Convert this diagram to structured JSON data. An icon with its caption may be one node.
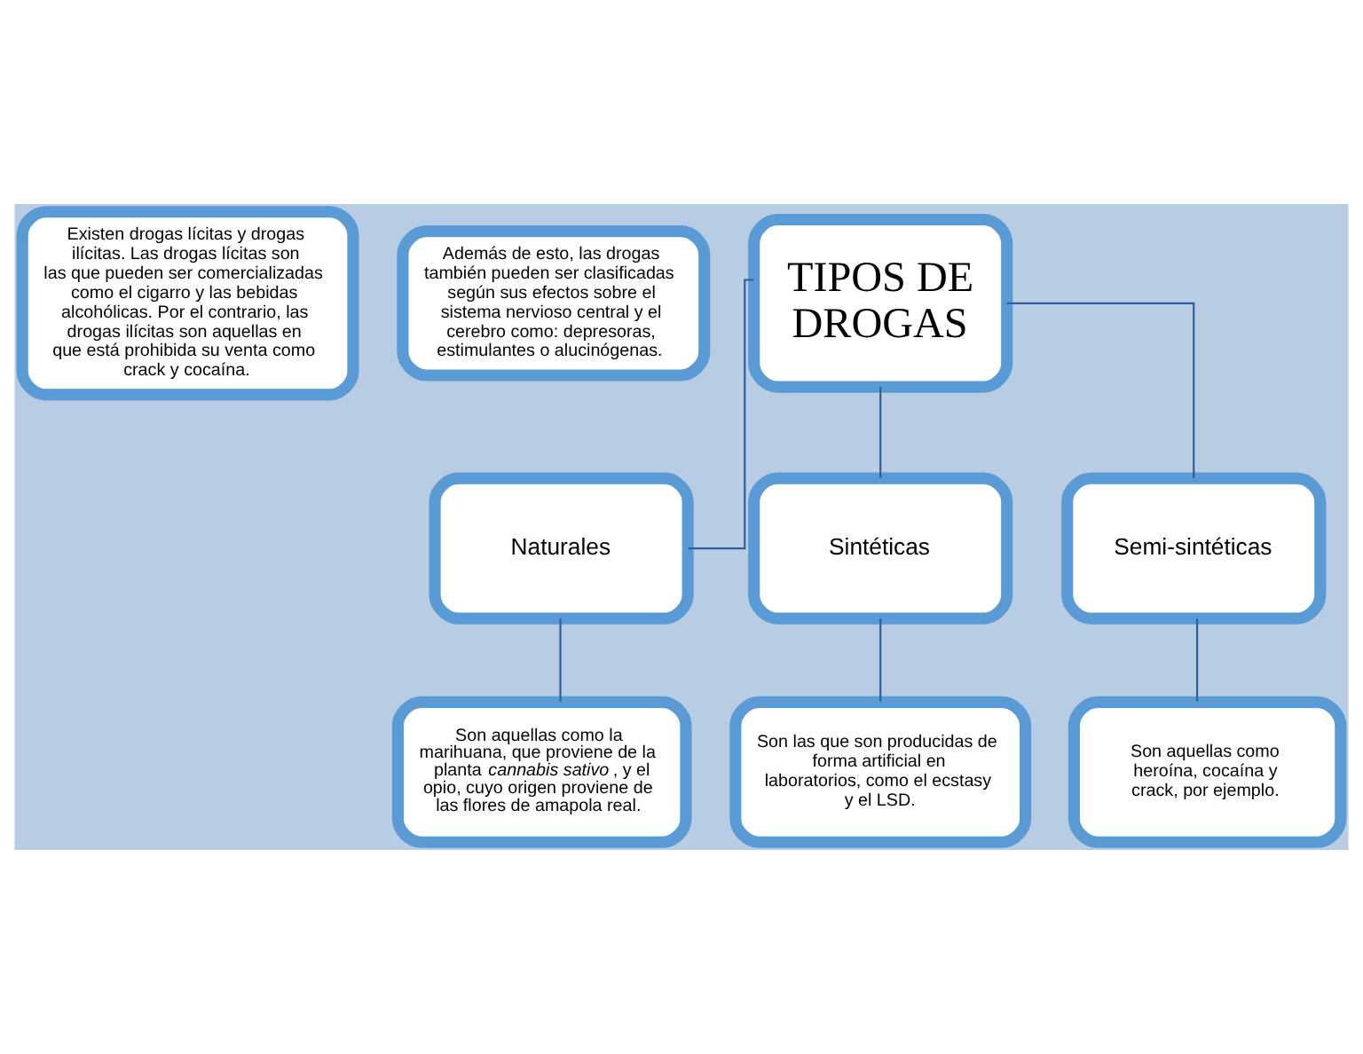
{
  "diagram": {
    "nodes": [
      {
        "text": [
          "TIPOS DE DROGAS"
        ]
      },
      {
        "text": [
          "Existen drogas lícitas y drogas ilícitas. Las drogas lícitas son las que pueden ser comercializadas como el cigarro y las bebidas alcohólicas. Por el contrario, las drogas ilícitas son aquellas en que está prohibida su venta como crack y cocaína."
        ]
      },
      {
        "text": [
          "Además de esto, las drogas también pueden ser clasificadas según sus efectos sobre el sistema nervioso central y el cerebro como: depresoras, estimulantes o alucinógenas."
        ]
      },
      {
        "text": [
          "Naturales"
        ]
      },
      {
        "text": [
          "Sintéticas"
        ]
      },
      {
        "text": [
          "Semi-sintéticas"
        ]
      },
      {
        "text": [
          "Son aquellas como la marihuana, que proviene de la planta *cannabis sativo*, y el opio, cuyo origen proviene de las flores de amapola real."
        ]
      },
      {
        "text": [
          "Son las que son producidas de forma artificial en laboratorios, como el ecstasy y el LSD."
        ]
      },
      {
        "text": [
          "Son aquellas como heroína, cocaína y crack, por ejemplo."
        ]
      }
    ],
    "edges": [
      {
        "from": 0,
        "to": 3,
        "arrow": "none"
      },
      {
        "from": 0,
        "to": 4,
        "arrow": "none"
      },
      {
        "from": 0,
        "to": 5,
        "arrow": "none"
      },
      {
        "from": 3,
        "to": 6,
        "arrow": "none"
      },
      {
        "from": 4,
        "to": 7,
        "arrow": "none"
      },
      {
        "from": 5,
        "to": 8,
        "arrow": "none"
      }
    ]
  }
}
